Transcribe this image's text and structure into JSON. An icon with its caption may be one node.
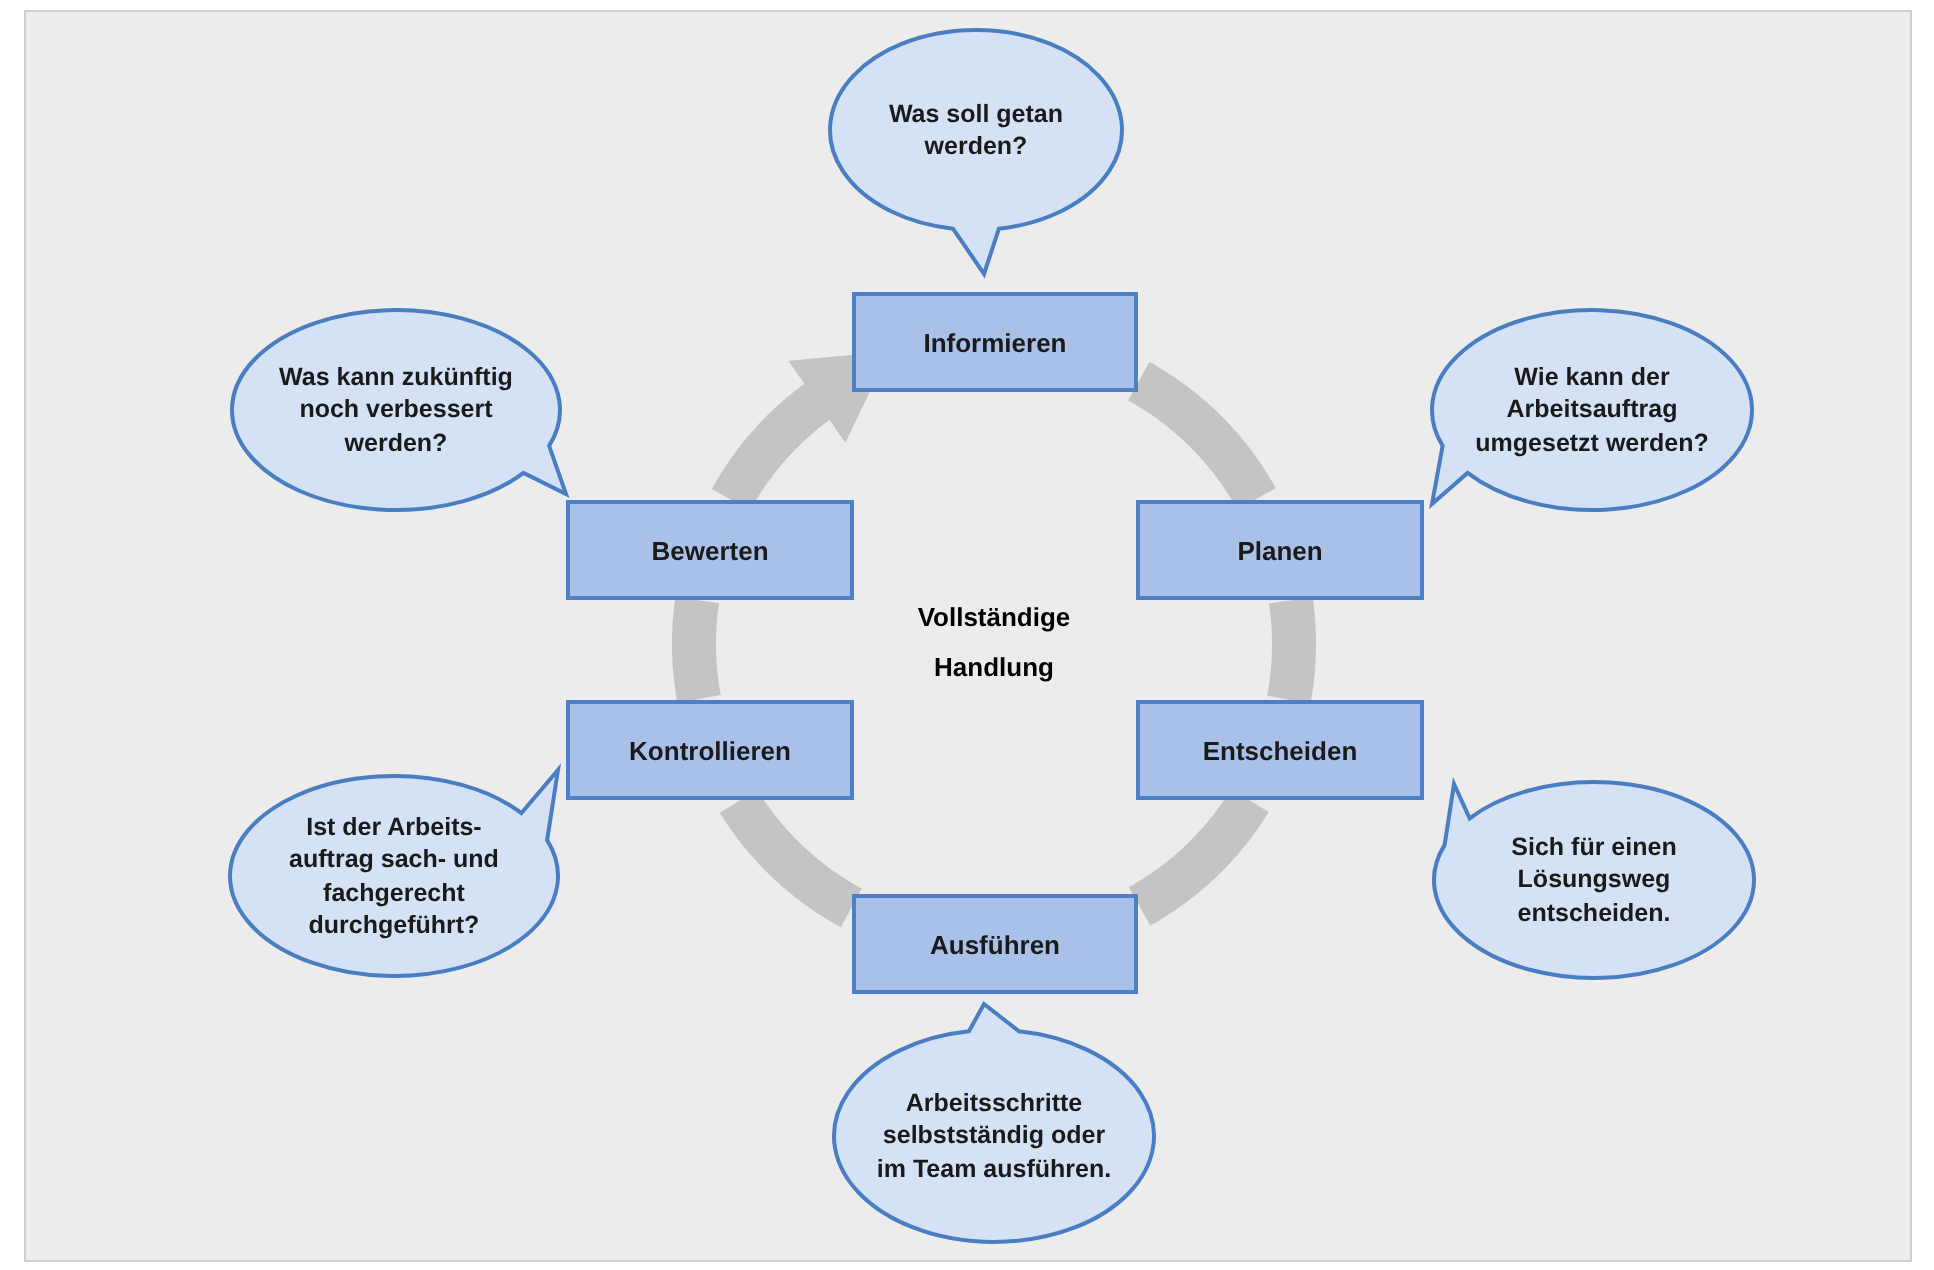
{
  "diagram": {
    "nodes": [
      {
        "text": [
          "Informieren"
        ]
      },
      {
        "text": [
          "Planen"
        ]
      },
      {
        "text": [
          "Entscheiden"
        ]
      },
      {
        "text": [
          "Ausführen"
        ]
      },
      {
        "text": [
          "Kontrollieren"
        ]
      },
      {
        "text": [
          "Bewerten"
        ]
      },
      {
        "text": [
          "Was soll getan werden?"
        ]
      },
      {
        "text": [
          "Wie kann der Arbeitsauftrag umgesetzt werden?"
        ]
      },
      {
        "text": [
          "Sich für einen Lösungsweg entscheiden."
        ]
      },
      {
        "text": [
          "Arbeitsschritte selbstständig oder im Team ausführen."
        ]
      },
      {
        "text": [
          "Ist der Arbeits- auftrag sach- und fachgerecht durchgeführt?"
        ]
      },
      {
        "text": [
          "Was kann zukünftig noch verbessert werden?"
        ]
      }
    ],
    "edges": [
      {
        "from": 0,
        "to": 1,
        "arrow": "none"
      },
      {
        "from": 1,
        "to": 2,
        "arrow": "none"
      },
      {
        "from": 2,
        "to": 3,
        "arrow": "none"
      },
      {
        "from": 3,
        "to": 4,
        "arrow": "none"
      },
      {
        "from": 4,
        "to": 5,
        "arrow": "none"
      },
      {
        "from": 5,
        "to": 0,
        "arrow": "to"
      }
    ],
    "labels": [
      "Vollständige Handlung"
    ]
  }
}
